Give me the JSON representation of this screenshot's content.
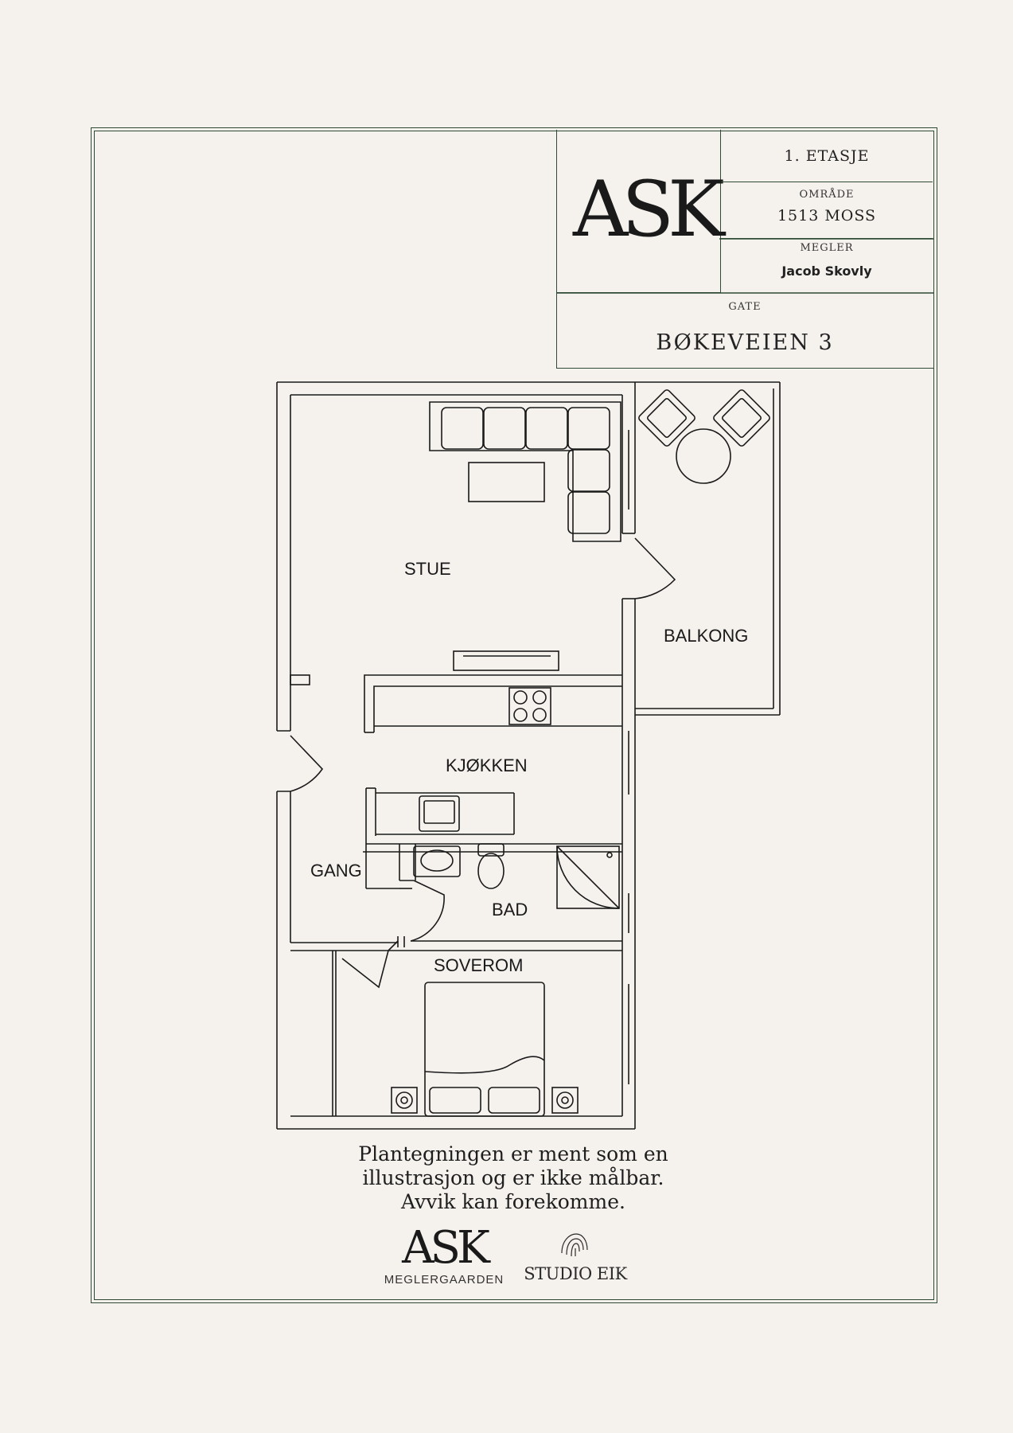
{
  "title_block": {
    "logo": "ASK",
    "floor": "1. ETASJE",
    "area_label": "OMRÅDE",
    "area_value": "1513 MOSS",
    "agent_label": "MEGLER",
    "agent_value": "Jacob Skovly",
    "street_label": "GATE",
    "street_value": "BØKEVEIEN 3"
  },
  "rooms": {
    "stue": "STUE",
    "balkong": "BALKONG",
    "kjokken": "KJØKKEN",
    "gang": "GANG",
    "bad": "BAD",
    "soverom": "SOVEROM"
  },
  "disclaimer": {
    "line1": "Plantegningen er ment som en",
    "line2": "illustrasjon og er ikke målbar.",
    "line3": "Avvik kan forekomme."
  },
  "logos": {
    "ask": "ASK",
    "ask_sub": "MEGLERGAARDEN",
    "eik": "STUDIO EIK"
  },
  "colors": {
    "background": "#f5f2ee",
    "frame": "#2f4a35",
    "lines": "#1a1a1a"
  }
}
